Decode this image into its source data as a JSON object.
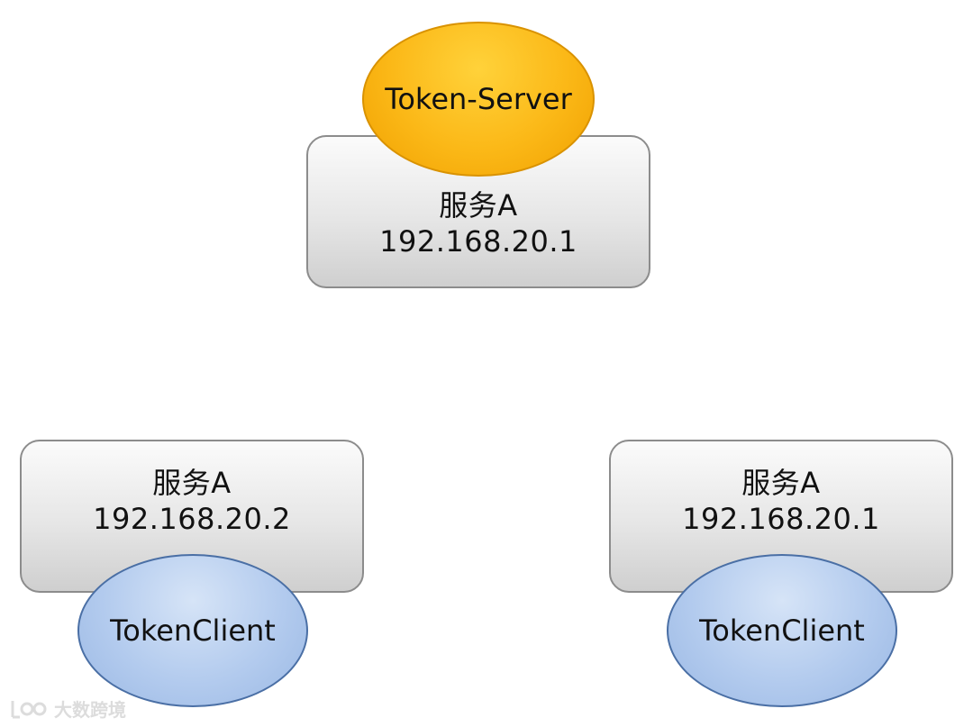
{
  "server": {
    "badge": "Token-Server",
    "name": "服务A",
    "ip": "192.168.20.1"
  },
  "client_left": {
    "badge": "TokenClient",
    "name": "服务A",
    "ip": "192.168.20.2"
  },
  "client_right": {
    "badge": "TokenClient",
    "name": "服务A",
    "ip": "192.168.20.1"
  },
  "watermark": {
    "text": "大数跨境",
    "icon": "brand-logo-icon"
  },
  "colors": {
    "server_fill": "#fbb817",
    "client_fill": "#b3cbee",
    "box_fill": "#e6e6e6"
  }
}
